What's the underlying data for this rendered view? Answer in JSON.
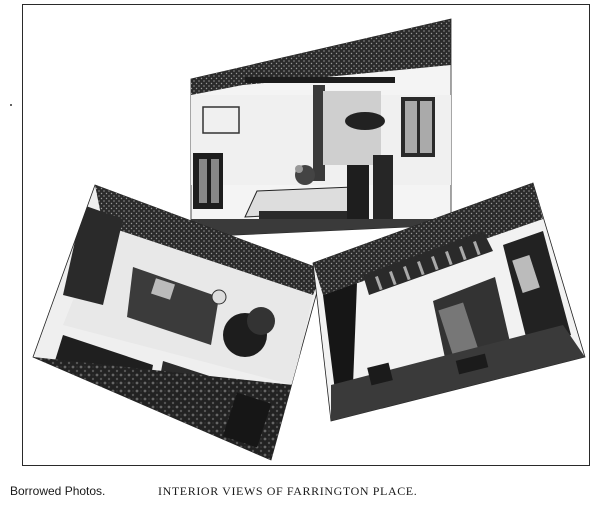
{
  "figure": {
    "credit": "Borrowed Photos.",
    "caption": "INTERIOR VIEWS OF FARRINGTON PLACE.",
    "photos": [
      {
        "id": "top",
        "subject": "dining-room-photo"
      },
      {
        "id": "left",
        "subject": "parlor-photo"
      },
      {
        "id": "right",
        "subject": "staircase-hall-photo"
      }
    ]
  },
  "colors": {
    "ink": "#111111",
    "paper": "#ffffff",
    "midtone": "#8a8a8a",
    "frame": "#2a2a2a"
  }
}
